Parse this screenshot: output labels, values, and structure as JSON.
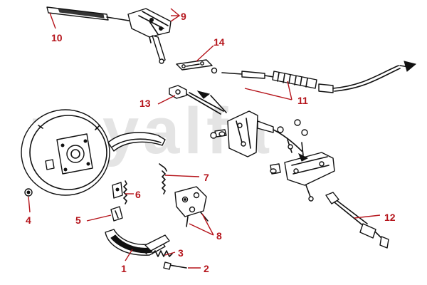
{
  "watermark": {
    "text": "royalfa"
  },
  "colors": {
    "callout": "#b5141b",
    "line": "#111111",
    "watermark": "#e4e4e4"
  },
  "callouts": [
    {
      "id": "1",
      "label": "1"
    },
    {
      "id": "2",
      "label": "2"
    },
    {
      "id": "3",
      "label": "3"
    },
    {
      "id": "4",
      "label": "4"
    },
    {
      "id": "5",
      "label": "5"
    },
    {
      "id": "6",
      "label": "6"
    },
    {
      "id": "7",
      "label": "7"
    },
    {
      "id": "8",
      "label": "8"
    },
    {
      "id": "9",
      "label": "9"
    },
    {
      "id": "10",
      "label": "10"
    },
    {
      "id": "11",
      "label": "11"
    },
    {
      "id": "12",
      "label": "12"
    },
    {
      "id": "13",
      "label": "13"
    },
    {
      "id": "14",
      "label": "14"
    }
  ]
}
